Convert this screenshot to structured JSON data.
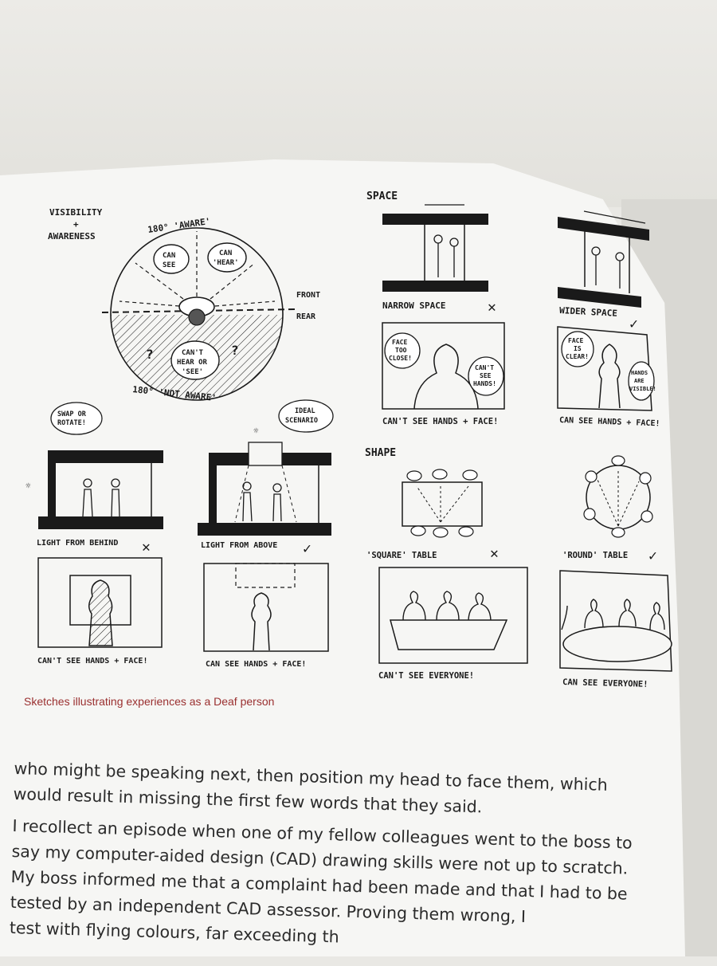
{
  "sketches": {
    "visibility": {
      "title_line1": "VISIBILITY",
      "title_plus": "+",
      "title_line2": "AWARENESS",
      "aware": "180° 'AWARE'",
      "not_aware": "180° 'NOT AWARE'",
      "can_see_1": "CAN",
      "can_see_2": "SEE",
      "can_hear_1": "CAN",
      "can_hear_2": "'HEAR'",
      "cant_hear_1": "CAN'T",
      "cant_hear_2": "HEAR OR",
      "cant_hear_3": "'SEE'",
      "front": "FRONT",
      "rear": "REAR",
      "question": "?"
    },
    "space": {
      "heading": "SPACE",
      "narrow": "NARROW SPACE",
      "wider": "WIDER SPACE",
      "face_too_close_1": "FACE",
      "face_too_close_2": "TOO",
      "face_too_close_3": "CLOSE!",
      "cant_see_hands_1": "CAN'T",
      "cant_see_hands_2": "SEE",
      "cant_see_hands_3": "HANDS!",
      "face_clear_1": "FACE",
      "face_clear_2": "IS",
      "face_clear_3": "CLEAR!",
      "hands_visible_1": "HANDS",
      "hands_visible_2": "ARE",
      "hands_visible_3": "VISIBLE!",
      "cant_label": "CAN'T SEE HANDS + FACE!",
      "can_label": "CAN SEE HANDS + FACE!"
    },
    "light": {
      "swap_1": "SWAP OR",
      "swap_2": "ROTATE!",
      "ideal_1": "IDEAL",
      "ideal_2": "SCENARIO",
      "behind": "LIGHT FROM BEHIND",
      "above": "LIGHT FROM ABOVE",
      "cant_label": "CAN'T SEE HANDS + FACE!",
      "can_label": "CAN SEE HANDS + FACE!"
    },
    "shape": {
      "heading": "SHAPE",
      "square": "'SQUARE' TABLE",
      "round": "'ROUND' TABLE",
      "cant_label": "CAN'T SEE EVERYONE!",
      "can_label": "CAN SEE EVERYONE!"
    },
    "marks": {
      "cross": "✕",
      "check": "✓"
    }
  },
  "caption": "Sketches illustrating experiences as a Deaf person",
  "body": {
    "p1_l1": "who might be speaking next, then position my head to face them, which",
    "p1_l2": "would result in missing the first few words that they said.",
    "p2_l1": "I recollect an episode when one of my fellow colleagues went to the boss to",
    "p2_l2": "say my computer-aided design (CAD) drawing skills were not up to scratch.",
    "p2_l3": "My boss informed me that a complaint had been made and that I had to be",
    "p2_l4": "tested by an independent CAD assessor. Proving them wrong, I",
    "p2_l5": "test with flying colours, far exceeding th"
  },
  "colors": {
    "ink": "#1a1a1a",
    "caption": "#9a2f2f",
    "paper": "#f6f6f4"
  }
}
